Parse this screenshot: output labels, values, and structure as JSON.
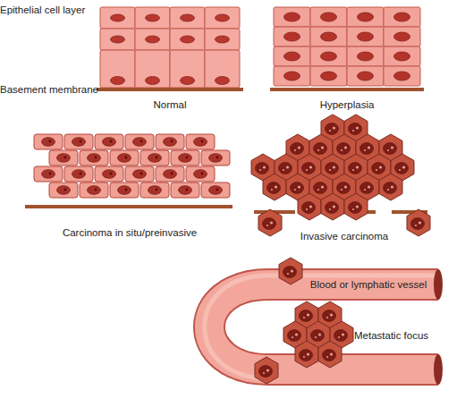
{
  "diagram": {
    "labels": [
      "Epithelial cell layer",
      "Basement membrane",
      "Normal",
      "Hyperplasia",
      "Carcinoma in situ/preinvasive",
      "Invasive carcinoma",
      "Blood or lymphatic vessel",
      "Metastatic focus"
    ]
  }
}
